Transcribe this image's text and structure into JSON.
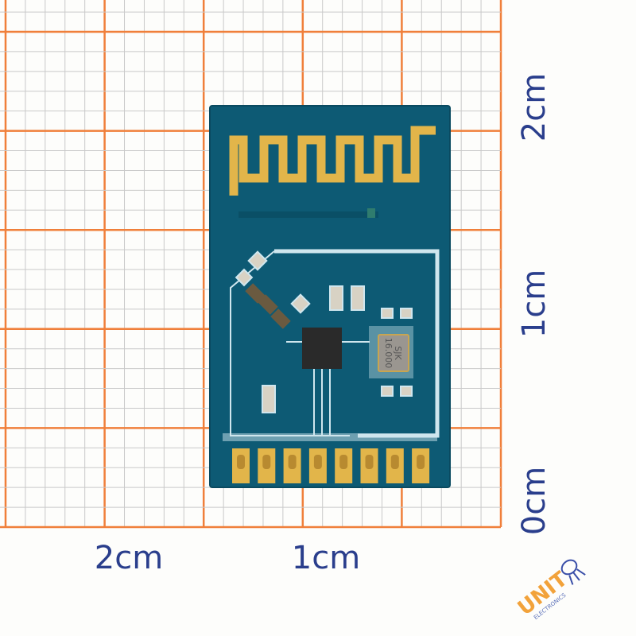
{
  "scale_labels": {
    "right": [
      "2cm",
      "1cm",
      "0cm"
    ],
    "bottom": [
      "2cm",
      "1cm"
    ]
  },
  "crystal": {
    "line1": "SJK",
    "line2": "16.000"
  },
  "logo": {
    "brand": "UNIT",
    "sub": "ELECTRONICS"
  },
  "colors": {
    "pcb": "#0d5a74",
    "gold": "#e2b54a",
    "grid_major": "#f07f3a",
    "grid_minor": "#c9c9c9",
    "label": "#2a3e8c"
  },
  "pads": 8
}
